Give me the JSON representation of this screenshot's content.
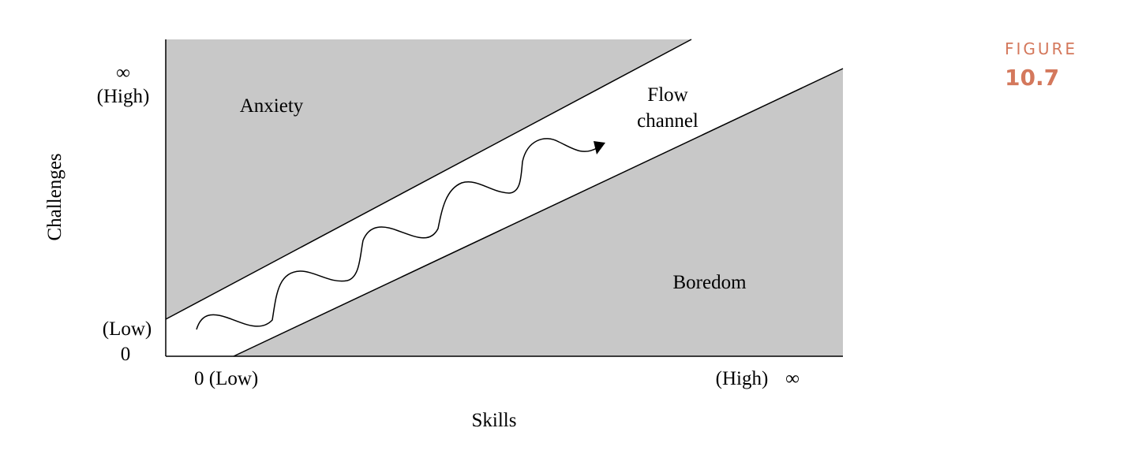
{
  "figure": {
    "label": "FIGURE",
    "number": "10.7",
    "accent_color": "#d4785c"
  },
  "axes": {
    "y_label": "Challenges",
    "x_label": "Skills",
    "y_high_symbol": "∞",
    "y_high_label": "(High)",
    "y_low_label": "(Low)",
    "y_zero": "0",
    "x_low_label": "0 (Low)",
    "x_high_label": "(High)",
    "x_high_symbol": "∞"
  },
  "regions": {
    "anxiety": "Anxiety",
    "flow_line1": "Flow",
    "flow_line2": "channel",
    "boredom": "Boredom",
    "fill_color": "#c8c8c8"
  }
}
